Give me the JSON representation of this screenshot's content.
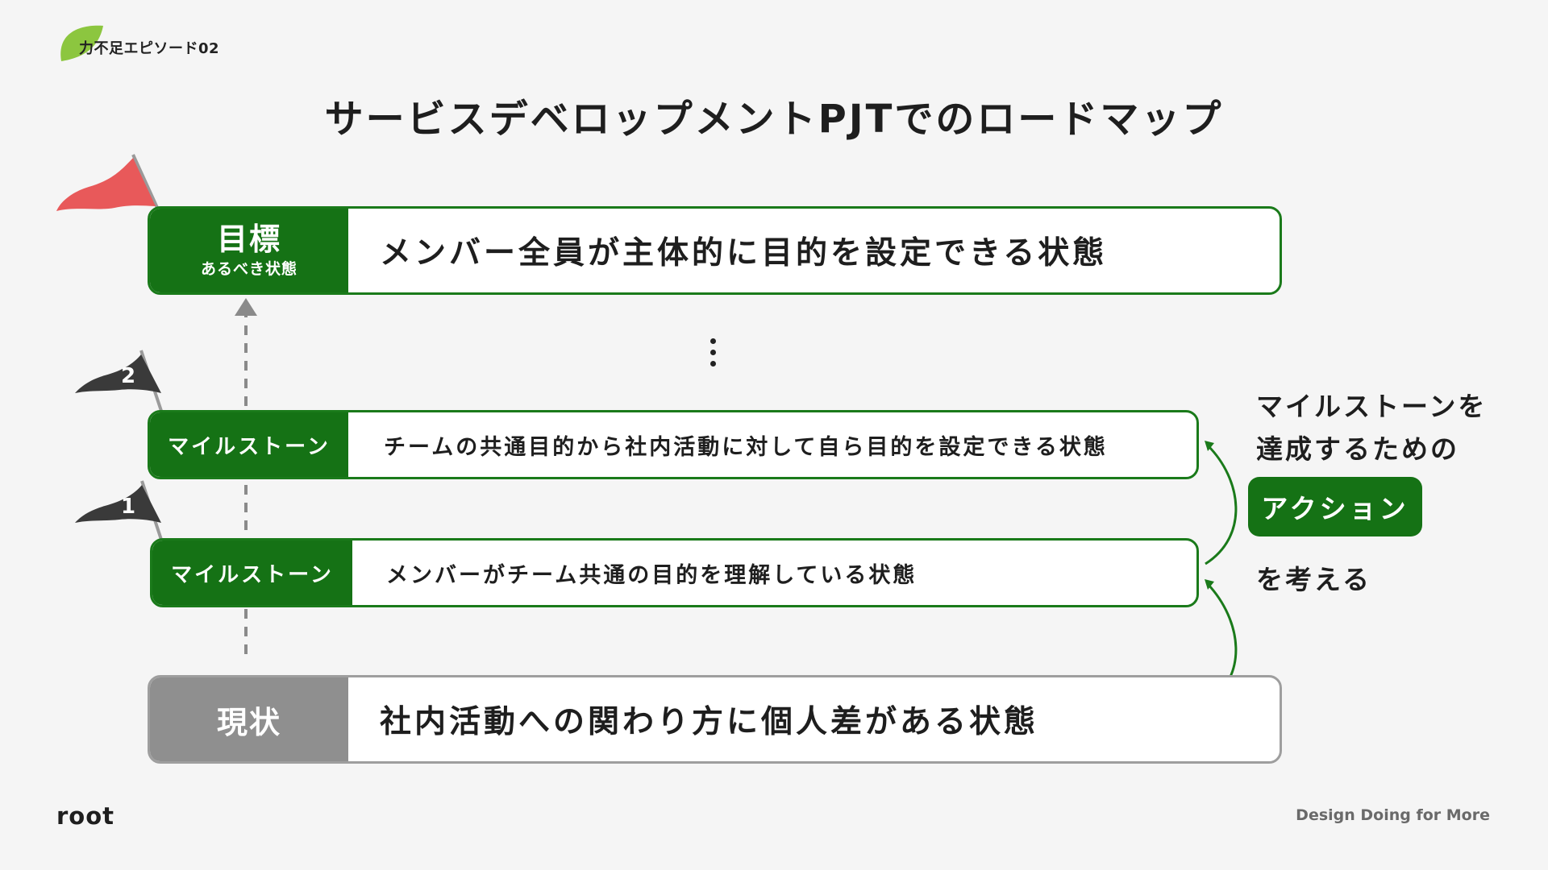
{
  "tag": {
    "text": "力不足エピソード02"
  },
  "title": "サービスデベロップメントPJTでのロードマップ",
  "goal": {
    "label": "目標",
    "sublabel": "あるべき状態",
    "text": "メンバー全員が主体的に目的を設定できる状態"
  },
  "milestones": [
    {
      "number": "2",
      "label": "マイルストーン",
      "text": "チームの共通目的から社内活動に対して自ら目的を設定できる状態"
    },
    {
      "number": "1",
      "label": "マイルストーン",
      "text": "メンバーがチーム共通の目的を理解している状態"
    }
  ],
  "current": {
    "label": "現状",
    "text": "社内活動への関わり方に個人差がある状態"
  },
  "side_note": {
    "line1": "マイルストーンを",
    "line2": "達成するための",
    "badge": "アクション",
    "line3": "を考える"
  },
  "footer": {
    "brand": "root",
    "tagline": "Design Doing for More"
  },
  "colors": {
    "green": "#157215",
    "gray": "#8f8f8f",
    "red_flag": "#e8595a",
    "dark_flag": "#3a3a3a"
  },
  "icons": {
    "goal_flag": "red-flag-icon",
    "milestone_flag": "dark-flag-icon",
    "tag_leaf": "leaf-icon"
  }
}
